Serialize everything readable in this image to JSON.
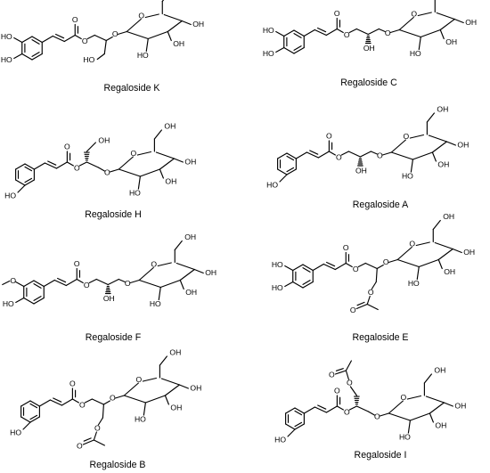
{
  "compounds": [
    {
      "id": "K",
      "name": "Regaloside K"
    },
    {
      "id": "C",
      "name": "Regaloside C"
    },
    {
      "id": "H",
      "name": "Regaloside H"
    },
    {
      "id": "A",
      "name": "Regaloside A"
    },
    {
      "id": "F",
      "name": "Regaloside F"
    },
    {
      "id": "E",
      "name": "Regaloside E"
    },
    {
      "id": "B",
      "name": "Regaloside B"
    },
    {
      "id": "I",
      "name": "Regaloside I"
    }
  ],
  "atom_labels": {
    "hydroxyl": "HO",
    "hydroxyl_right": "OH",
    "ring_oxygen": "O",
    "methoxy": "O"
  }
}
